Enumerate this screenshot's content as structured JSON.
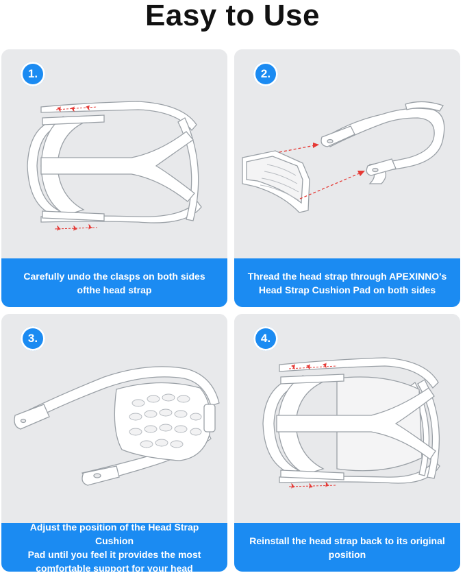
{
  "title": "Easy to Use",
  "steps": [
    {
      "number": "1.",
      "caption_line1": "Carefully undo the clasps on both sides",
      "caption_line2": "ofthe head strap"
    },
    {
      "number": "2.",
      "caption_line1": "Thread the head strap through APEXINNO's",
      "caption_line2": "Head Strap Cushion Pad on both sides"
    },
    {
      "number": "3.",
      "caption_line1": "Adjust the position of the Head Strap Cushion",
      "caption_line2": "Pad until you feel it provides the most",
      "caption_line3": "comfortable support for your head"
    },
    {
      "number": "4.",
      "caption_line1": "Reinstall the head strap back to its original",
      "caption_line2": "position"
    }
  ],
  "colors": {
    "accent": "#1b8bf2",
    "panel_bg": "#e8e9eb",
    "arrow": "#e53935"
  }
}
